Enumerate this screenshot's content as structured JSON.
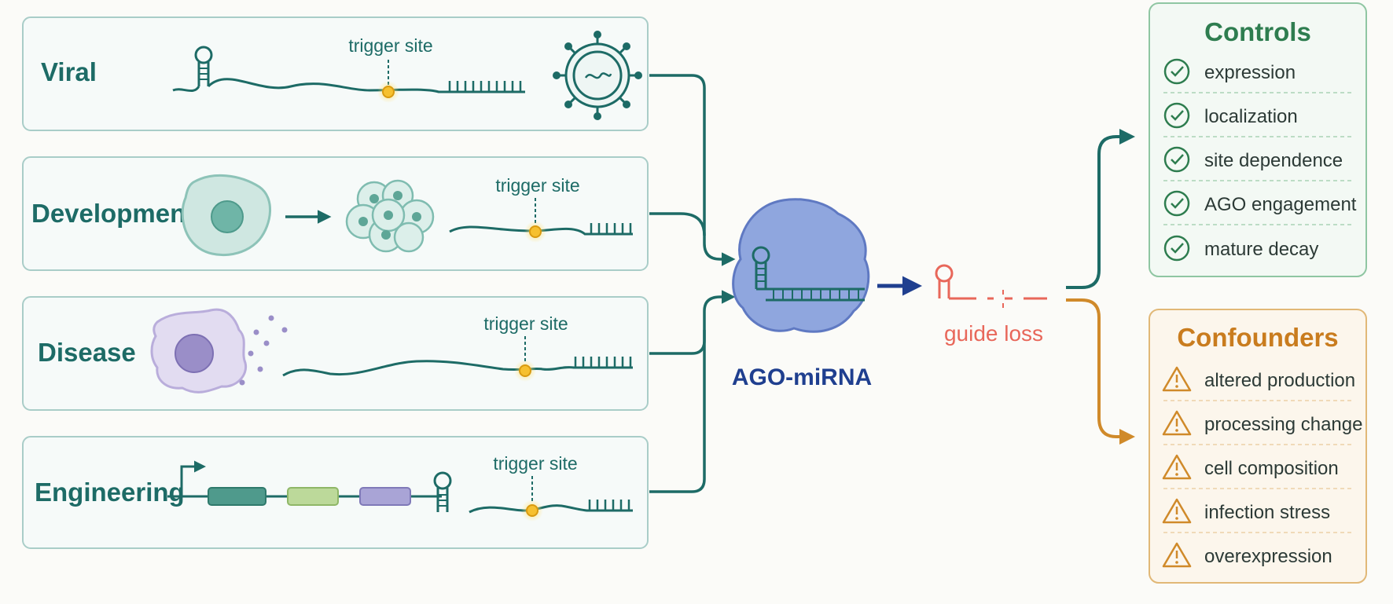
{
  "rows": [
    {
      "title": "Viral",
      "site_label": "trigger site"
    },
    {
      "title": "Developmental",
      "site_label": "trigger site"
    },
    {
      "title": "Disease",
      "site_label": "trigger site"
    },
    {
      "title": "Engineering",
      "site_label": "trigger site"
    }
  ],
  "center": {
    "label": "AGO-miRNA"
  },
  "guide": {
    "label": "guide loss"
  },
  "controls": {
    "title": "Controls",
    "items": [
      "expression",
      "localization",
      "site dependence",
      "AGO engagement",
      "mature decay"
    ]
  },
  "confounders": {
    "title": "Confounders",
    "items": [
      "altered production",
      "processing change",
      "cell composition",
      "infection stress",
      "overexpression"
    ]
  },
  "colors": {
    "teal": "#1d6b66",
    "navy": "#1f3f8f",
    "guide_red": "#e8675a",
    "controls_green": "#2e7d4f",
    "confounders_orange": "#d08a2a",
    "trigger_yellow": "#f6c02f"
  },
  "icons": {
    "control_item": "check-circle-icon",
    "confounder_item": "warning-triangle-icon"
  }
}
